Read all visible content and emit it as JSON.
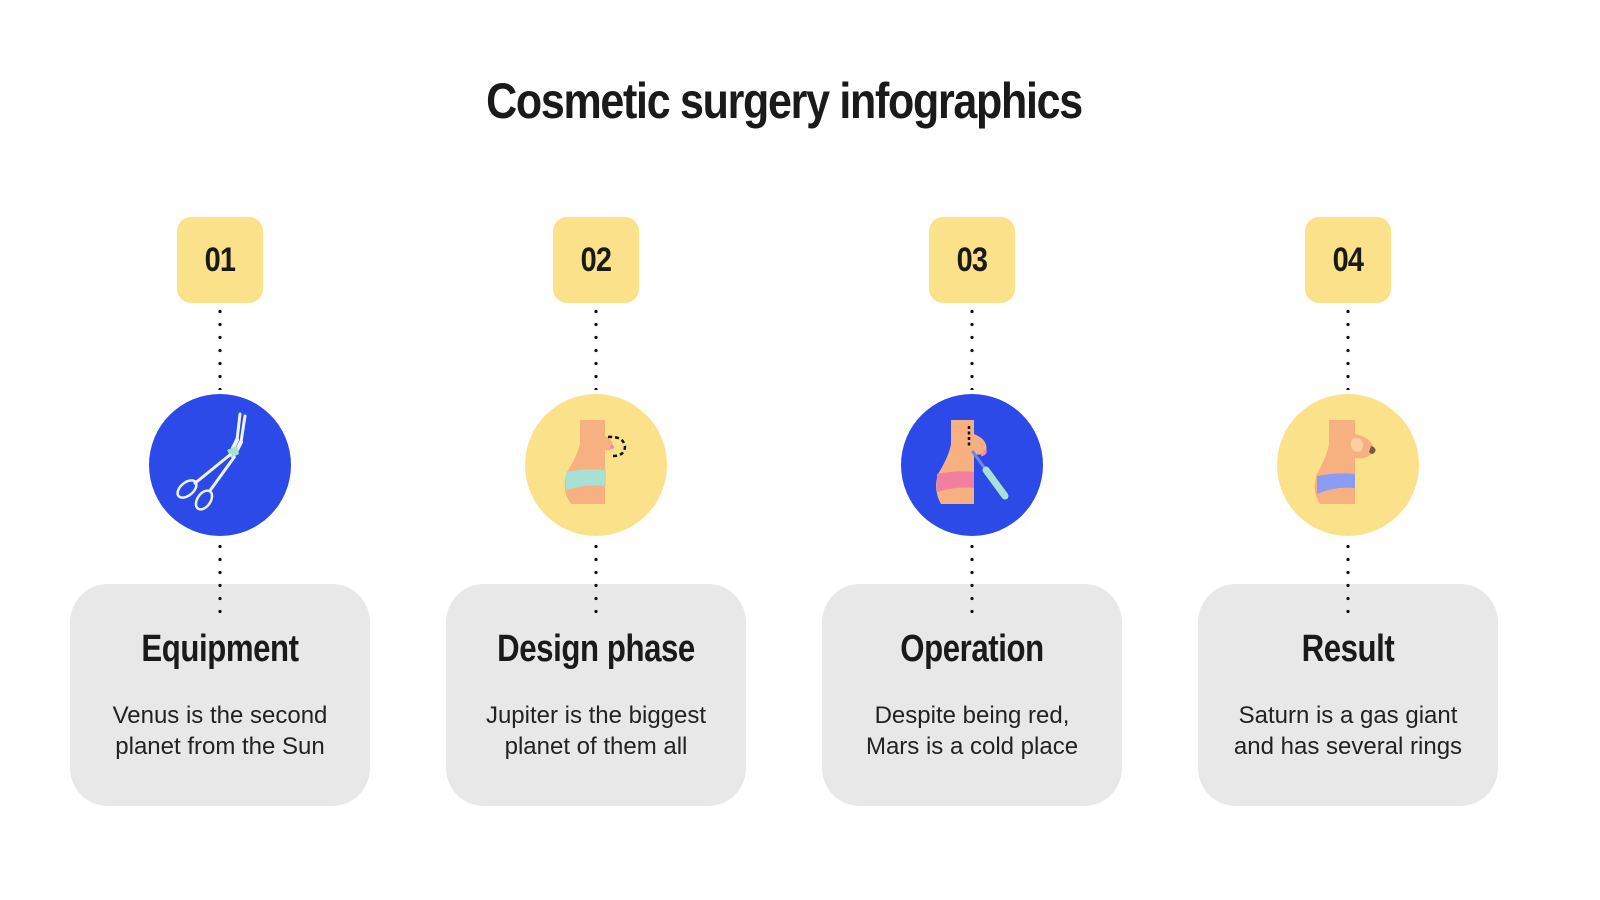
{
  "title": "Cosmetic surgery infographics",
  "colors": {
    "yellow": "#fbe28a",
    "blue": "#2b4ae8",
    "card_bg": "#e9e8e9",
    "text": "#1a1a1a"
  },
  "steps": [
    {
      "number": "01",
      "icon": "surgical-scissors-icon",
      "circle_color": "#2b4ae8",
      "title": "Equipment",
      "desc_line1": "Venus is the second",
      "desc_line2": "planet from the Sun"
    },
    {
      "number": "02",
      "icon": "breast-design-outline-icon",
      "circle_color": "#fbe28a",
      "title": "Design phase",
      "desc_line1": "Jupiter is the biggest",
      "desc_line2": "planet of them all"
    },
    {
      "number": "03",
      "icon": "scalpel-incision-icon",
      "circle_color": "#2b4ae8",
      "title": "Operation",
      "desc_line1": "Despite being red,",
      "desc_line2": "Mars is a cold place"
    },
    {
      "number": "04",
      "icon": "breast-result-icon",
      "circle_color": "#fbe28a",
      "title": "Result",
      "desc_line1": "Saturn is a gas giant",
      "desc_line2": "and has several rings"
    }
  ]
}
